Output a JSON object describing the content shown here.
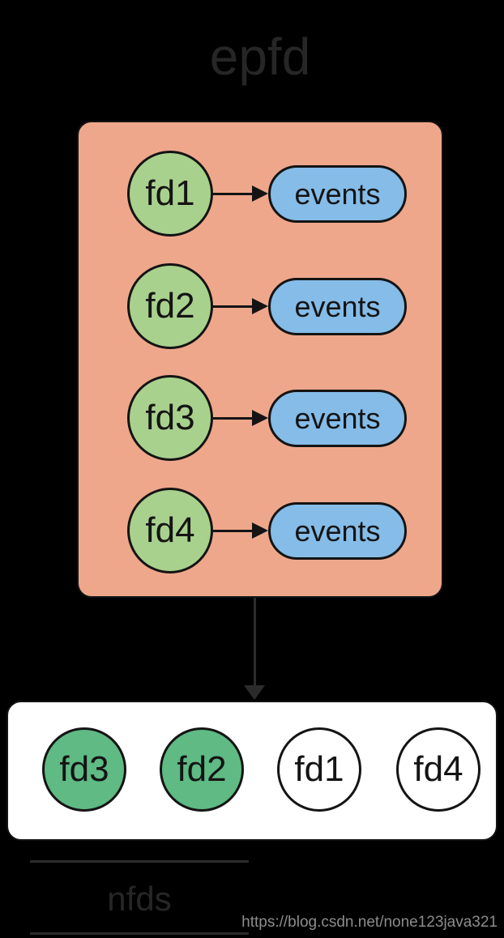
{
  "title": "epfd",
  "epfd_box": {
    "rows": [
      {
        "fd": "fd1",
        "events": "events"
      },
      {
        "fd": "fd2",
        "events": "events"
      },
      {
        "fd": "fd3",
        "events": "events"
      },
      {
        "fd": "fd4",
        "events": "events"
      }
    ]
  },
  "result_box": {
    "items": [
      {
        "label": "fd3",
        "ready": true
      },
      {
        "label": "fd2",
        "ready": true
      },
      {
        "label": "fd1",
        "ready": false
      },
      {
        "label": "fd4",
        "ready": false
      }
    ]
  },
  "nfds_label": "nfds",
  "watermark": "https://blog.csdn.net/none123java321",
  "colors": {
    "background": "#000000",
    "epfd_box_fill": "#EFA78B",
    "fd_node_fill": "#A9D18E",
    "events_node_fill": "#85BCE8",
    "ready_node_fill": "#5FBA84",
    "idle_node_fill": "#FFFFFF",
    "stroke": "#141414",
    "dim_ink": "#2B2B2B",
    "title_ink": "#262626",
    "watermark_ink": "#8C8C8C"
  }
}
